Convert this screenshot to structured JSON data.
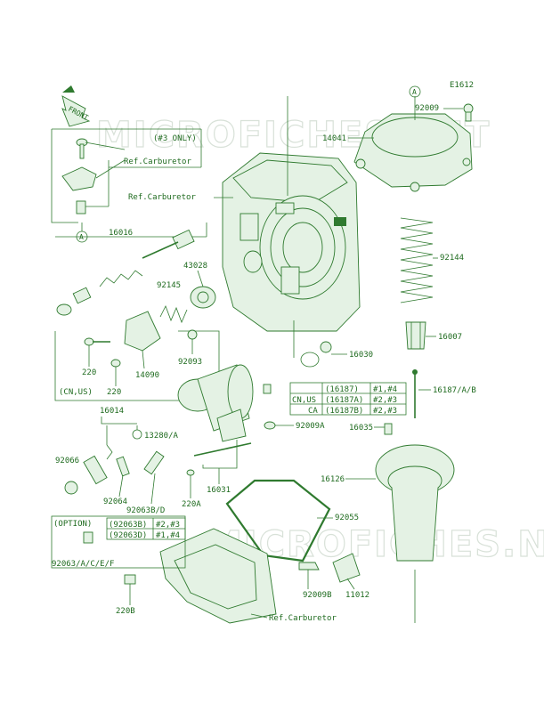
{
  "diagram_code": "E1612",
  "front_label": "FRONT",
  "watermarks": [
    "MICROFICHES.NET",
    "MICROFICHES.NET"
  ],
  "colors": {
    "line": "#2f7a2f",
    "text": "#1f6b1f",
    "fill": "#e4f2e4",
    "watermark": "#b9c9b9"
  },
  "labels": {
    "l3only": "(#3 ONLY)",
    "refcarb1": "Ref.Carburetor",
    "refcarb2": "Ref.Carburetor",
    "refcarb3": "Ref.Carburetor",
    "circleA_left": "A",
    "circleA_right": "A",
    "p16016": "16016",
    "p43028": "43028",
    "p92145": "92145",
    "p220a": "220",
    "p220b": "220",
    "p14090": "14090",
    "cnus": "(CN,US)",
    "p92093": "92093",
    "p16014": "16014",
    "p13280": "13280/A",
    "p92066": "92066",
    "p92064": "92064",
    "p92063bd": "92063B/D",
    "p220A": "220A",
    "p16031": "16031",
    "p92009a": "92009A",
    "p16035": "16035",
    "p16030": "16030",
    "p16187ab": "16187/A/B",
    "p16007": "16007",
    "p92144": "92144",
    "p14041": "14041",
    "p92009": "92009",
    "p16126": "16126",
    "p92055": "92055",
    "p92009b": "92009B",
    "p11012": "11012",
    "p220B": "220B",
    "option": "(OPTION)",
    "p92063acef": "92063/A/C/E/F"
  },
  "table_16187": [
    [
      "",
      "(16187)",
      "#1,#4"
    ],
    [
      "CN,US",
      "(16187A)",
      "#2,#3"
    ],
    [
      "CA",
      "(16187B)",
      "#2,#3"
    ]
  ],
  "table_92063": [
    [
      "(92063B)",
      "#2,#3"
    ],
    [
      "(92063D)",
      "#1,#4"
    ]
  ]
}
